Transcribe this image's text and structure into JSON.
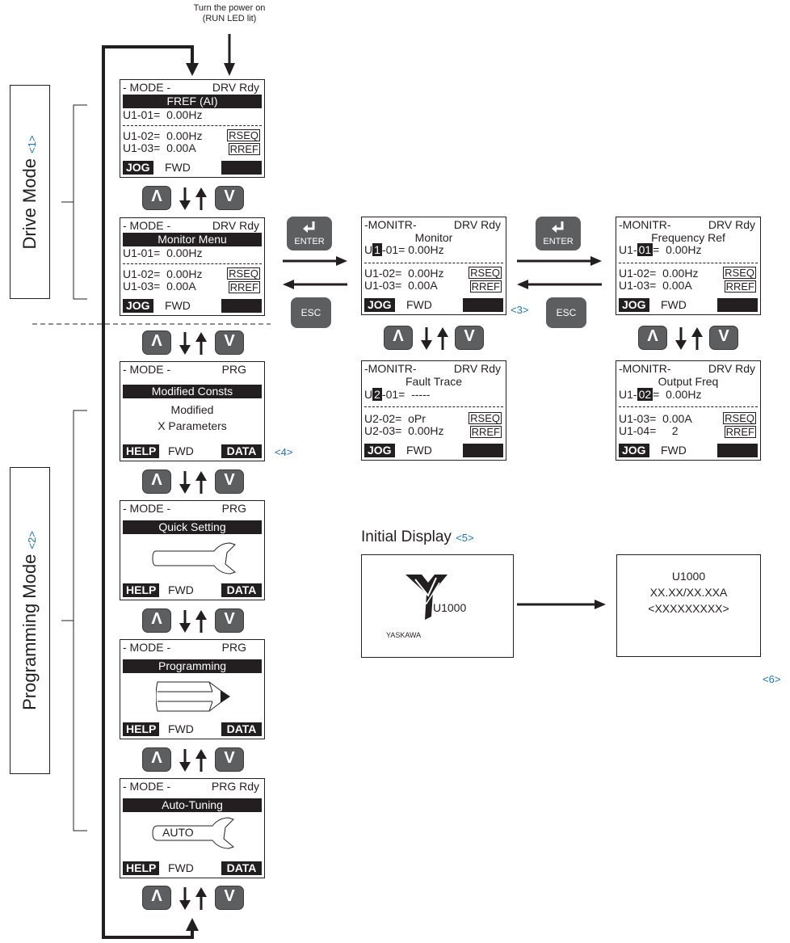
{
  "top_note": {
    "line1": "Turn the power on",
    "line2": "(RUN LED lit)"
  },
  "modes": {
    "drive": {
      "label": "Drive Mode",
      "note": "<1>"
    },
    "programming": {
      "label": "Programming Mode",
      "note": "<2>"
    }
  },
  "keys": {
    "up": "Λ",
    "down": "V",
    "enter": "ENTER",
    "esc": "ESC"
  },
  "screens": {
    "fref": {
      "mode": "- MODE -",
      "status": "DRV  Rdy",
      "bar": "FREF (AI)",
      "l1": "U1-01=  0.00Hz",
      "l2": "U1-02=  0.00Hz",
      "b2": "RSEQ",
      "l3": "U1-03=  0.00A",
      "b3": "RREF",
      "f1": "JOG",
      "f2": "FWD"
    },
    "monmenu": {
      "mode": "- MODE -",
      "status": "DRV  Rdy",
      "bar": "Monitor Menu",
      "l1": "U1-01=  0.00Hz",
      "l2": "U1-02=  0.00Hz",
      "b2": "RSEQ",
      "l3": "U1-03=  0.00A",
      "b3": "RREF",
      "f1": "JOG",
      "f2": "FWD"
    },
    "modconst": {
      "mode": "- MODE -",
      "status": "PRG",
      "bar": "Modified Consts",
      "l1": "Modified",
      "l2": "X Parameters",
      "f1": "HELP",
      "f2": "FWD",
      "f3": "DATA"
    },
    "quick": {
      "mode": "- MODE -",
      "status": "PRG",
      "bar": "Quick Setting",
      "f1": "HELP",
      "f2": "FWD",
      "f3": "DATA"
    },
    "prog": {
      "mode": "- MODE -",
      "status": "PRG",
      "bar": "Programming",
      "f1": "HELP",
      "f2": "FWD",
      "f3": "DATA"
    },
    "auto": {
      "mode": "- MODE -",
      "status": "PRG Rdy",
      "bar": "Auto-Tuning",
      "icon_text": "AUTO",
      "f1": "HELP",
      "f2": "FWD",
      "f3": "DATA"
    },
    "mon": {
      "mode": "-MONITR-",
      "status": "DRV  Rdy",
      "title": "Monitor",
      "l1a": "U",
      "l1inv": "1",
      "l1b": "-01= 0.00Hz",
      "l2": "U1-02=  0.00Hz",
      "b2": "RSEQ",
      "l3": "U1-03=  0.00A",
      "b3": "RREF",
      "f1": "JOG",
      "f2": "FWD"
    },
    "fault": {
      "mode": "-MONITR-",
      "status": "DRV  Rdy",
      "title": "Fault Trace",
      "l1a": "U",
      "l1inv": "2",
      "l1b": "-01=  -----",
      "l2": "U2-02=  oPr",
      "b2": "RSEQ",
      "l3": "U2-03=  0.00Hz",
      "b3": "RREF",
      "f1": "JOG",
      "f2": "FWD"
    },
    "freqref": {
      "mode": "-MONITR-",
      "status": "DRV  Rdy",
      "title": "Frequency Ref",
      "l1a": "U1-",
      "l1inv": "01",
      "l1b": "=  0.00Hz",
      "l2": "U1-02=  0.00Hz",
      "b2": "RSEQ",
      "l3": "U1-03=  0.00A",
      "b3": "RREF",
      "f1": "JOG",
      "f2": "FWD"
    },
    "outfreq": {
      "mode": "-MONITR-",
      "status": "DRV  Rdy",
      "title": "Output Freq",
      "l1a": "U1-",
      "l1inv": "02",
      "l1b": "=  0.00Hz",
      "l2": "U1-03=  0.00A",
      "b2": "RSEQ",
      "l3": "U1-04=     2",
      "b3": "RREF",
      "f1": "JOG",
      "f2": "FWD"
    }
  },
  "notes": {
    "n3": "<3>",
    "n4": "<4>",
    "n5": "<5>",
    "n6": "<6>"
  },
  "initial": {
    "title": "Initial Display",
    "logo_model": "U1000",
    "logo_brand": "YASKAWA",
    "after_l1": "U1000",
    "after_l2": "XX.XX/XX.XXA",
    "after_l3": "<XXXXXXXXX>"
  },
  "colors": {
    "ink": "#231f20",
    "key": "#5d5e60",
    "note": "#1f74b8"
  }
}
